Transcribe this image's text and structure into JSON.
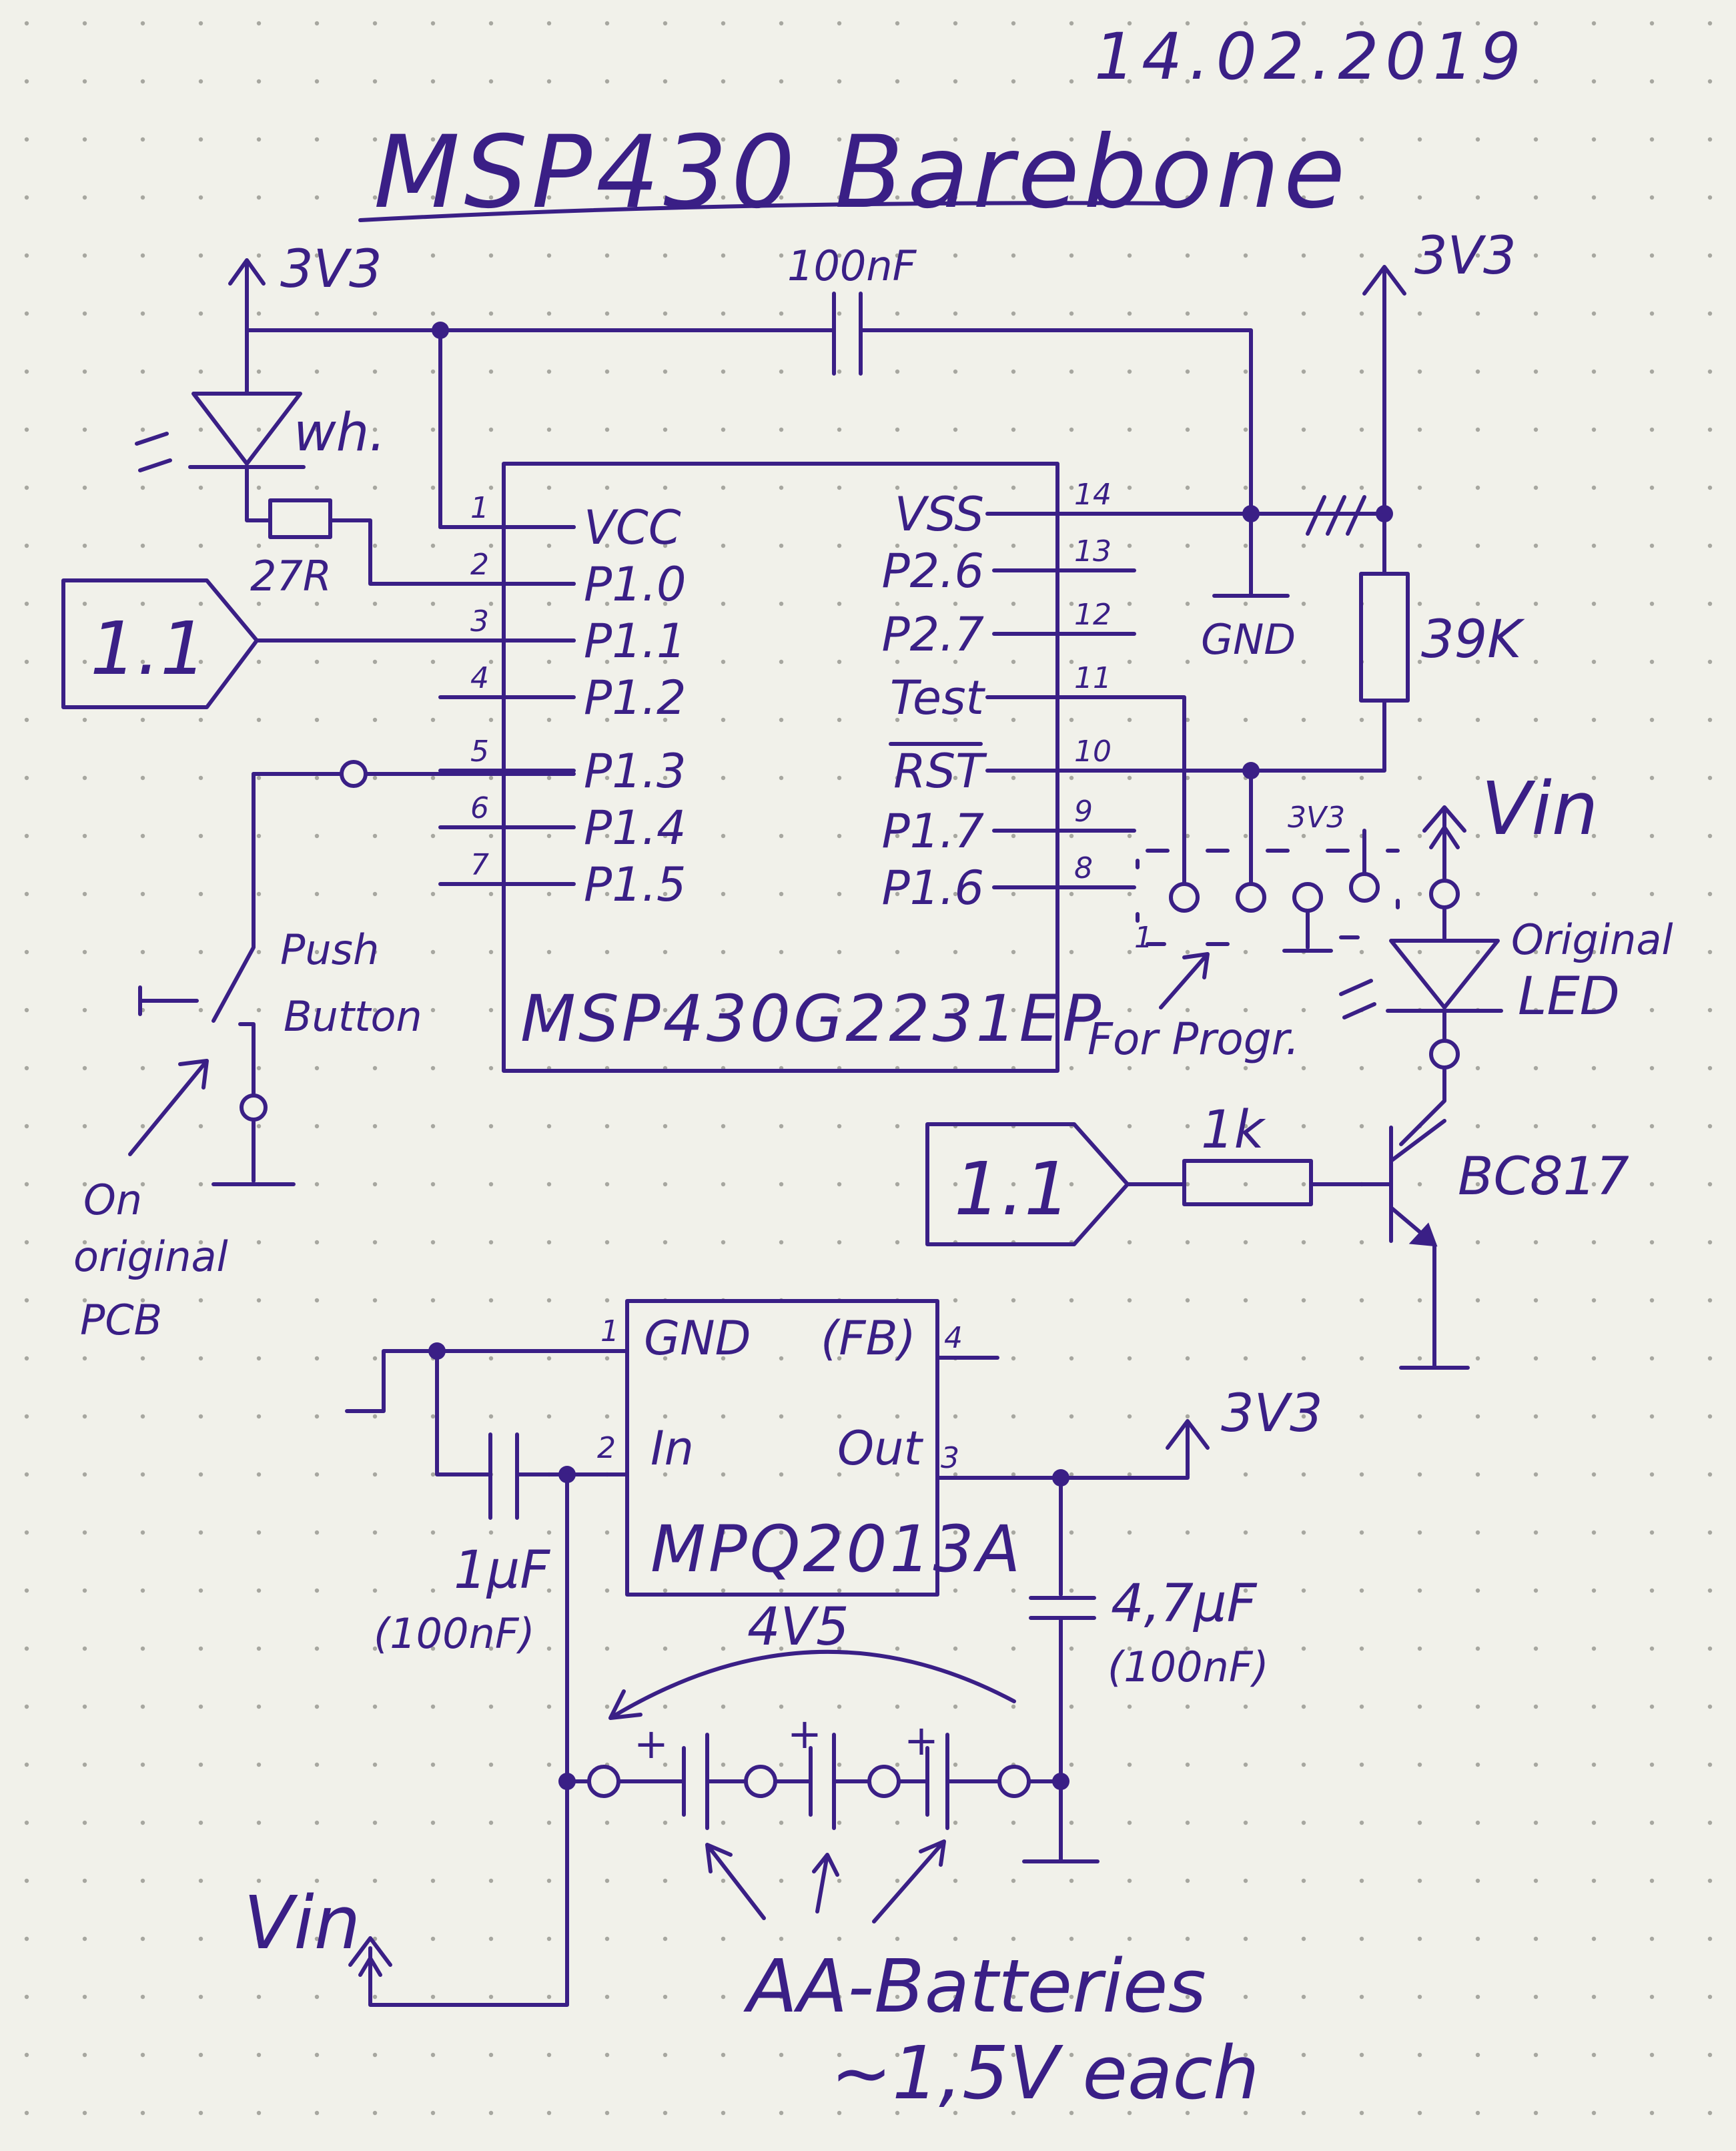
{
  "date": "14.02.2019",
  "title": "MSP430 Barebone",
  "mcu": {
    "part": "MSP430G2231EP",
    "left_pins": [
      {
        "num": "1",
        "name": "VCC"
      },
      {
        "num": "2",
        "name": "P1.0"
      },
      {
        "num": "3",
        "name": "P1.1"
      },
      {
        "num": "4",
        "name": "P1.2"
      },
      {
        "num": "5",
        "name": "P1.3"
      },
      {
        "num": "6",
        "name": "P1.4"
      },
      {
        "num": "7",
        "name": "P1.5"
      }
    ],
    "right_pins": [
      {
        "num": "14",
        "name": "VSS"
      },
      {
        "num": "13",
        "name": "P2.6"
      },
      {
        "num": "12",
        "name": "P2.7"
      },
      {
        "num": "11",
        "name": "Test"
      },
      {
        "num": "10",
        "name": "RST"
      },
      {
        "num": "9",
        "name": "P1.7"
      },
      {
        "num": "8",
        "name": "P1.6"
      }
    ]
  },
  "labels": {
    "rail_3v3": "3V3",
    "cap_top": "100nF",
    "led_white": "wh.",
    "res_27": "27R",
    "gnd": "GND",
    "res_39k": "39K",
    "vin": "Vin",
    "prog_3v3": "3V3",
    "prog_pin1": "1",
    "for_prog": "For Progr.",
    "orig_led_1": "Original",
    "orig_led_2": "LED",
    "res_1k": "1k",
    "transistor": "BC817",
    "net_tag": "1.1",
    "push_1": "Push",
    "push_2": "Button",
    "orig_pcb_1": "On",
    "orig_pcb_2": "original",
    "orig_pcb_3": "PCB",
    "cap_in_1": "1µF",
    "cap_in_2": "(100nF)",
    "cap_out_1": "4,7µF",
    "cap_out_2": "(100nF)",
    "batt_v": "4V5",
    "plus": "+",
    "batt_1": "AA-Batteries",
    "batt_2": "~1,5V each"
  },
  "regulator": {
    "part": "MPQ2013A",
    "pins": [
      {
        "num": "1",
        "name": "GND"
      },
      {
        "num": "2",
        "name": "In"
      },
      {
        "num": "3",
        "name": "Out"
      },
      {
        "num": "4",
        "name": "(FB)"
      }
    ]
  }
}
